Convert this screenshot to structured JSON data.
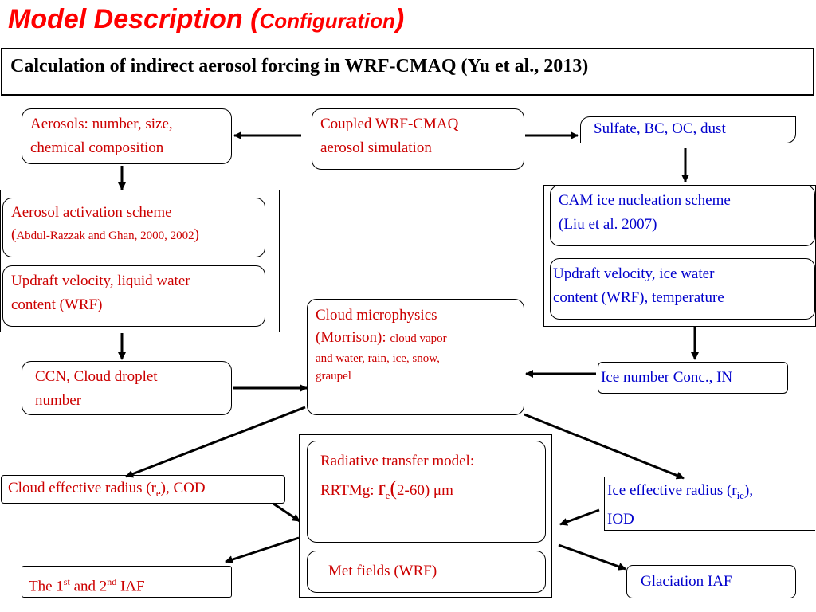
{
  "title": {
    "main": "Model Description (",
    "sub": "Configuration",
    "close": ")"
  },
  "subtitle": "Calculation of indirect aerosol forcing in WRF-CMAQ (Yu et al., 2013)",
  "nodes": {
    "aerosols": {
      "line1": "Aerosols: number, size,",
      "line2": "chemical composition"
    },
    "coupled": {
      "line1": "Coupled WRF-CMAQ",
      "line2": "aerosol simulation"
    },
    "sulfate": "Sulfate, BC, OC, dust",
    "activation": {
      "line1": "Aerosol activation scheme",
      "open": "(",
      "ref": "Abdul-Razzak and Ghan, 2000, 2002",
      "close": ")"
    },
    "updraft_liquid": {
      "line1": "Updraft velocity, liquid water",
      "line2": "content (WRF)"
    },
    "cam": {
      "line1": "CAM ice nucleation scheme",
      "line2": "(Liu et al. 2007)"
    },
    "updraft_ice": {
      "line1": "Updraft velocity, ice water",
      "line2": "content (WRF), temperature"
    },
    "ccn": {
      "line1": "CCN, Cloud droplet",
      "line2": "number"
    },
    "cloud_micro": {
      "line1": "Cloud microphysics",
      "open": "(Morrison):",
      "detail1": "cloud vapor",
      "detail2": "and water, rain, ice, snow,",
      "detail3": "graupel"
    },
    "ice_number": "Ice number Conc., IN",
    "cloud_radius": {
      "text1": "Cloud effective radius (r",
      "sub": "e",
      "text2": "), COD"
    },
    "radiative": {
      "line1": "Radiative transfer model:",
      "pre": "RRTMg: ",
      "r": "r",
      "sub": "e",
      "paren": "(",
      "range": "2-60) ",
      "mu": "μ",
      "unit": "m"
    },
    "ice_radius": {
      "text1": "Ice effective radius  (r",
      "sub": "ie",
      "text2": "),",
      "line2": "IOD"
    },
    "met": "Met fields (WRF)",
    "iaf": {
      "t1": "The 1",
      "s1": "st",
      "t2": " and 2",
      "s2": "nd",
      "t3": " IAF"
    },
    "glaciation": "Glaciation IAF"
  },
  "colors": {
    "title": "#ff0000",
    "liquid_text": "#cc0000",
    "ice_text": "#0000cc",
    "lines": "#000000"
  }
}
